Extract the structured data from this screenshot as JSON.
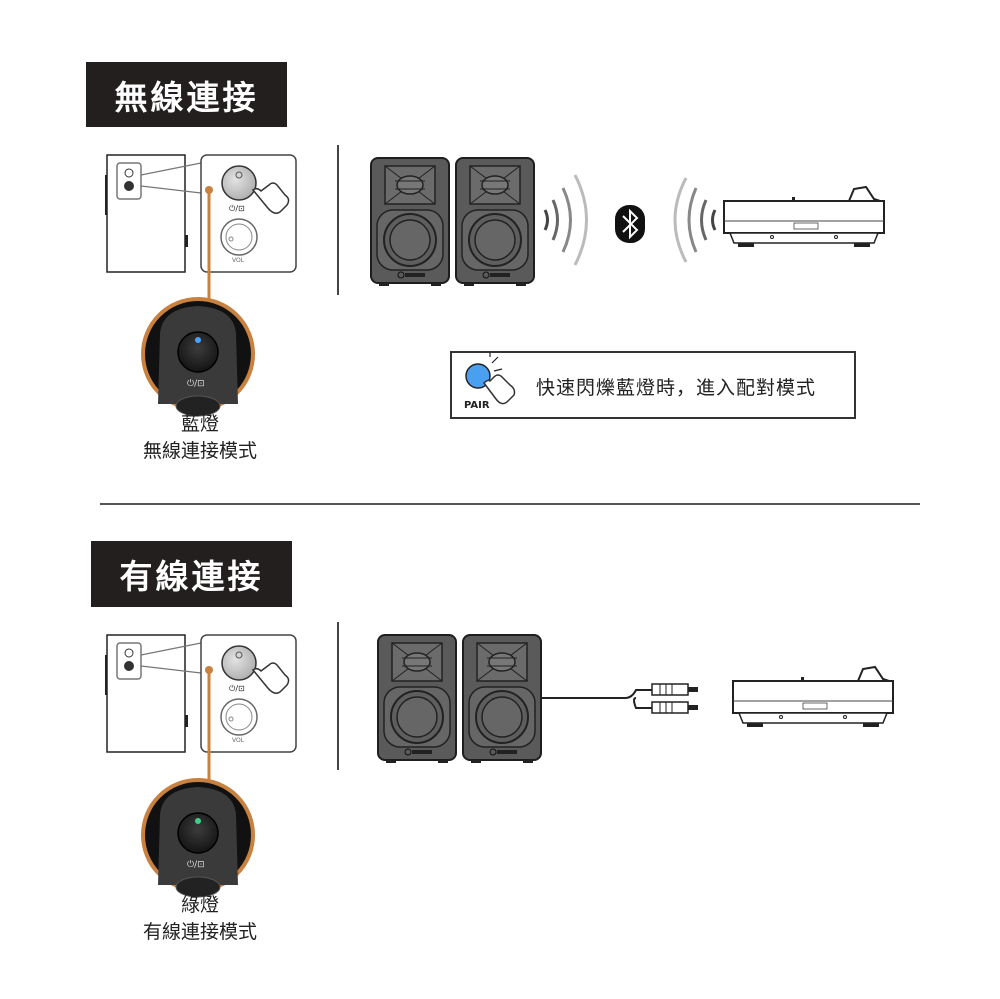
{
  "wireless": {
    "title": "無線連接",
    "led_color": "#4aa3ff",
    "caption_line1": "藍燈",
    "caption_line2": "無線連接模式",
    "panel_labels": {
      "power": "⏻/⊡",
      "volume": "VOL"
    },
    "pair_hint": {
      "button_label": "PAIR",
      "text": "快速閃爍藍燈時，進入配對模式",
      "button_color": "#4a9ff0"
    },
    "icons": [
      "speaker-pair",
      "wireless-waves",
      "bluetooth-icon",
      "turntable"
    ]
  },
  "wired": {
    "title": "有線連接",
    "led_color": "#3fd08a",
    "caption_line1": "綠燈",
    "caption_line2": "有線連接模式",
    "panel_labels": {
      "power": "⏻/⊡",
      "volume": "VOL"
    },
    "icons": [
      "speaker-pair",
      "rca-cable",
      "turntable"
    ]
  },
  "accent_color": "#c8813f"
}
